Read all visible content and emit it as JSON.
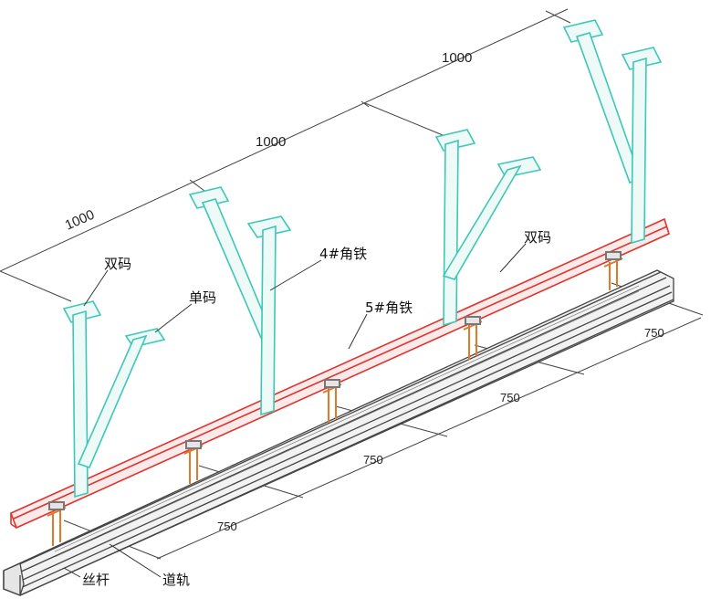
{
  "labels": {
    "double_bracket_left": "双码",
    "single_bracket": "单码",
    "angle_4": "4#角铁",
    "angle_5": "5#角铁",
    "double_bracket_right": "双码",
    "threaded_rod": "丝杆",
    "guide_rail": "道轨"
  },
  "dimensions": {
    "top_1": "1000",
    "top_2": "1000",
    "top_3": "1000",
    "bottom_1": "750",
    "bottom_2": "750",
    "bottom_3": "750",
    "bottom_4": "750"
  },
  "colors": {
    "hanger": "#3cc8b4",
    "angle_iron": "#e0332d",
    "rod": "#e07a2a",
    "rail": "#555555",
    "leader": "#333333"
  }
}
